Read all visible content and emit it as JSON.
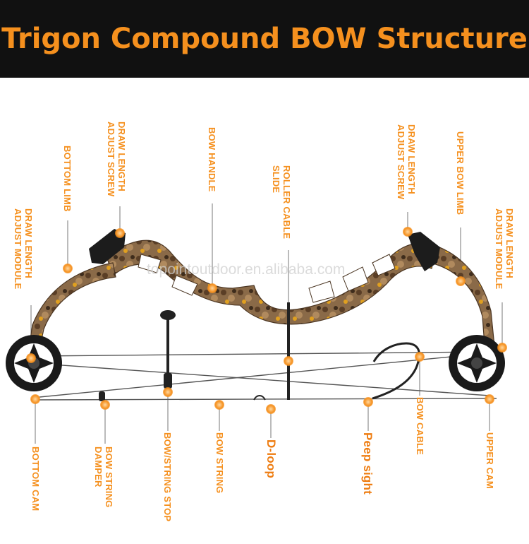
{
  "title": "Trigon Compound BOW Structure",
  "watermark": "topointoutdoor.en.alibaba.com",
  "colors": {
    "accent": "#f5901e",
    "title_bg": "#111111",
    "bow_camo": "#8a6a48",
    "cam": "#1a1a1a"
  },
  "labels": {
    "draw_length_adjust_module_left": "DRAW LENGTH\nADJUST MODULE",
    "bottom_limb": "BOTTOM LIMB",
    "draw_length_adjust_screw_left": "DRAW LENGTH\nADJUST SCREW",
    "bow_handle": "BOW HANDLE",
    "roller_cable_slide": "ROLLER CABLE\nSLIDE",
    "draw_length_adjust_screw_right": "DRAW LENGTH\nADJUST SCREW",
    "upper_bow_limb": "UPPER BOW LIMB",
    "draw_length_adjust_module_right": "DRAW LENGTH\nADJUST MODULE",
    "bottom_cam": "BOTTOM CAM",
    "bow_string_damper": "BOW STRING\nDAMPER",
    "bow_string_stop": "BOW/STRING STOP",
    "bow_string": "BOW STRING",
    "d_loop": "D-loop",
    "peep_sight": "Peep sight",
    "bow_cable": "BOW CABLE",
    "upper_cam": "UPPER CAM"
  }
}
